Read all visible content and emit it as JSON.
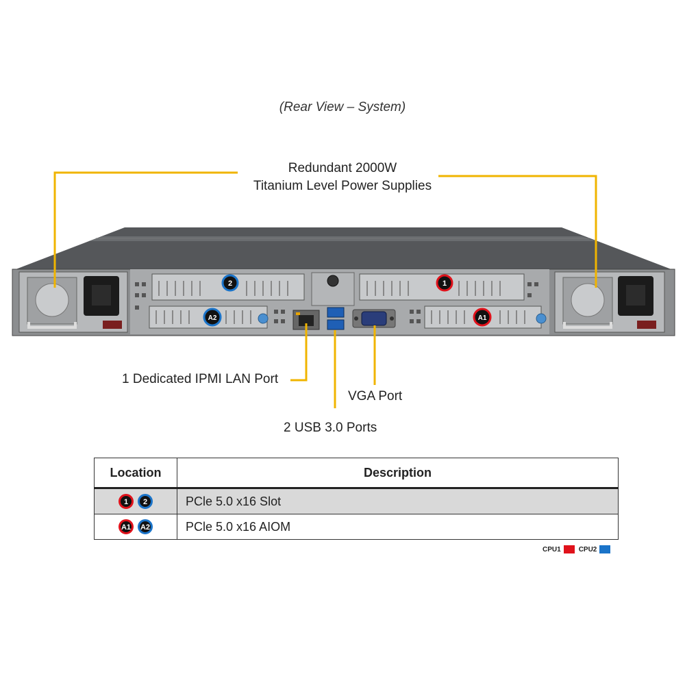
{
  "title": "(Rear View – System)",
  "callouts": {
    "psu_line1": "Redundant  2000W",
    "psu_line2": "Titanium  Level  Power  Supplies",
    "ipmi": "1 Dedicated IPMI  LAN Port",
    "vga": "VGA Port",
    "usb": "2 USB 3.0 Ports"
  },
  "slot_badges": {
    "slot_1": "1",
    "slot_2": "2",
    "aiom_a1": "A1",
    "aiom_a2": "A2"
  },
  "table": {
    "headers": [
      "Location",
      "Description"
    ],
    "rows": [
      {
        "badges": [
          "1",
          "2"
        ],
        "description": "PCle 5.0 x16 Slot"
      },
      {
        "badges": [
          "A1",
          "A2"
        ],
        "description": "PCle 5.0 x16 AIOM"
      }
    ]
  },
  "cpu_legend": [
    {
      "label": "CPU1",
      "color": "#e0121b"
    },
    {
      "label": "CPU2",
      "color": "#1b74c9"
    }
  ],
  "colors": {
    "callout_line": "#f0b400",
    "cpu1": "#e0121b",
    "cpu2": "#1b74c9",
    "chassis": "#5a5a5a"
  }
}
